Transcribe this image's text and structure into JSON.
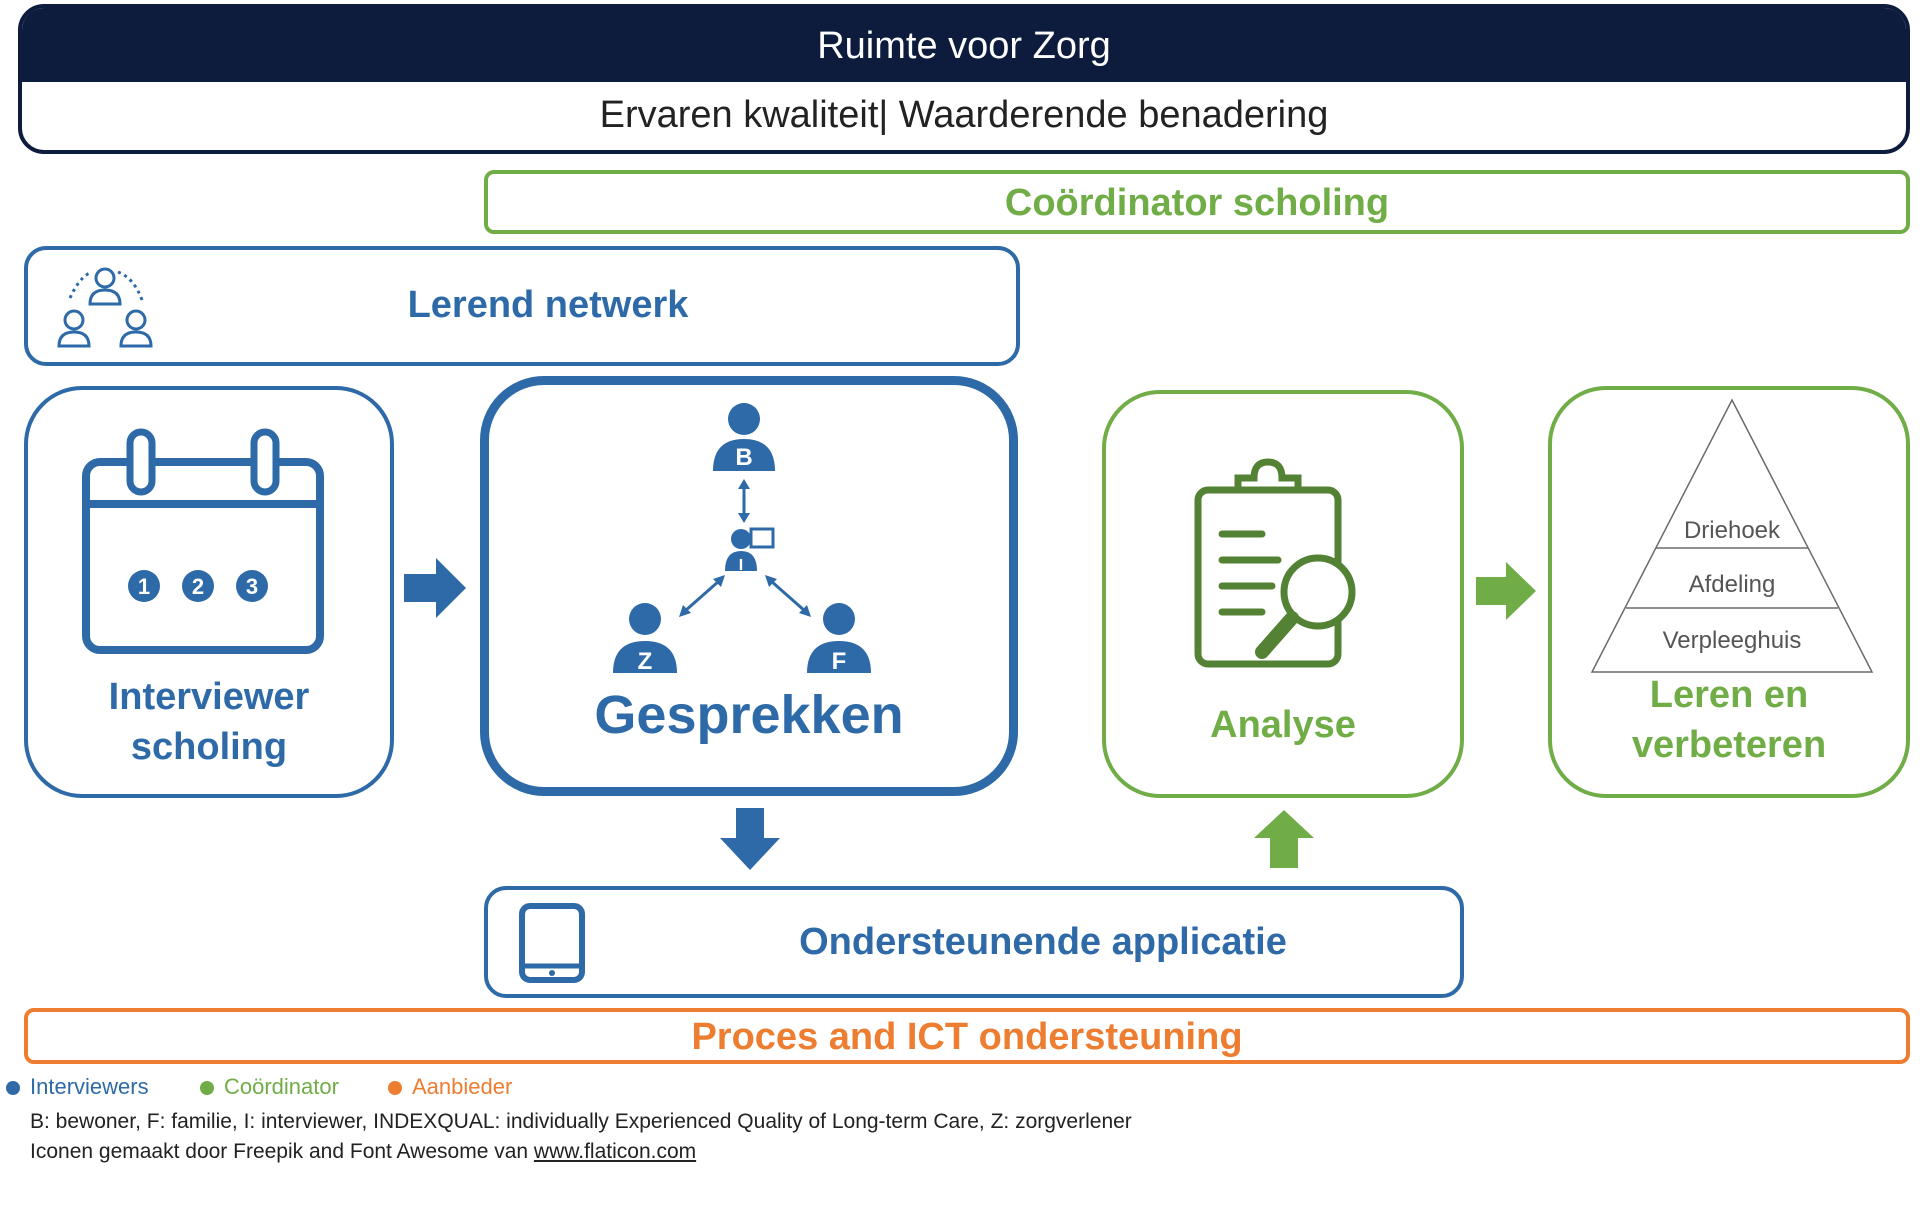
{
  "header": {
    "title": "Ruimte voor Zorg",
    "subtitle": "Ervaren kwaliteit| Waarderende benadering"
  },
  "boxes": {
    "coordinator": "Coördinator scholing",
    "lerend_netwerk": "Lerend netwerk",
    "interviewer": [
      "Interviewer",
      "scholing"
    ],
    "gesprekken": "Gesprekken",
    "analyse": "Analyse",
    "leren": [
      "Leren en",
      "verbeteren"
    ],
    "ondersteunend": "Ondersteunende applicatie",
    "proces": "Proces and ICT ondersteuning"
  },
  "calendar_numbers": [
    "1",
    "2",
    "3"
  ],
  "people": {
    "top": "B",
    "middle": "I",
    "left": "Z",
    "right": "F"
  },
  "pyramid": [
    "Driehoek",
    "Afdeling",
    "Verpleeghuis"
  ],
  "legend": [
    {
      "label": "Interviewers",
      "color": "#2e6aa8"
    },
    {
      "label": "Coördinator",
      "color": "#70ad47"
    },
    {
      "label": "Aanbieder",
      "color": "#ed7d31"
    }
  ],
  "footnote": {
    "line1": "B: bewoner, F: familie, I: interviewer, INDEXQUAL: individually Experienced Quality of Long-term Care, Z: zorgverlener",
    "line2_prefix": "Iconen gemaakt door Freepik and Font Awesome van ",
    "line2_link": "www.flaticon.com"
  },
  "colors": {
    "navy": "#0d1b3d",
    "blue": "#2e6aa8",
    "green": "#70ad47",
    "orange": "#ed7d31"
  }
}
